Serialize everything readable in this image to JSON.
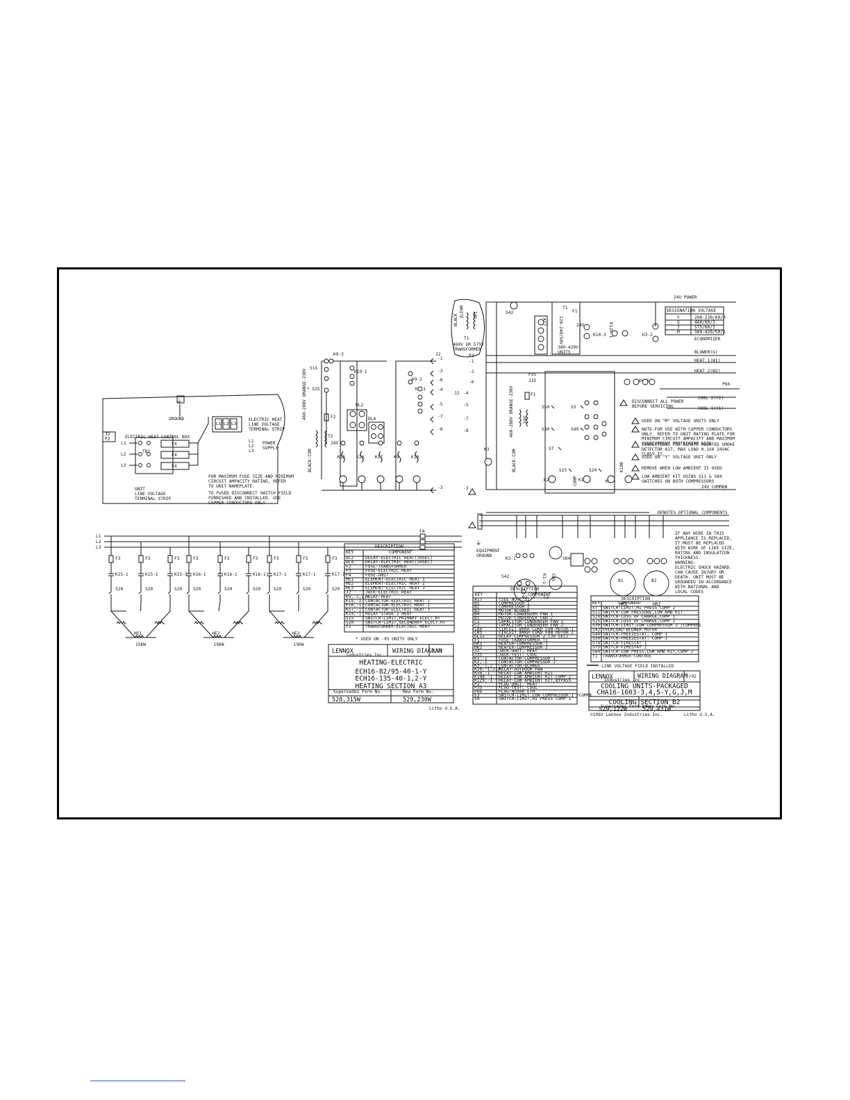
{
  "page": {
    "footer_link_color": "#3b55c7"
  },
  "heating": {
    "control_box": {
      "ground": "GROUND",
      "j2": "J2",
      "p2": "P2",
      "box_title": "ELECTRIC HEAT CONTROL BOX",
      "strip_label": [
        "ELECTRIC HEAT",
        "LINE VOLTAGE",
        "TERMINAL STRIP"
      ],
      "tb2": "TB2",
      "lines": [
        "L1",
        "L2",
        "L3"
      ],
      "fuse": "F4",
      "power_supply": [
        "POWER",
        "SUPPLY"
      ],
      "unit_strip": [
        "UNIT",
        "LINE VOLTAGE",
        "TERMINAL STRIP"
      ],
      "note": [
        "FOR MAXIMUM FUSE SIZE AND MINIMUM",
        "CIRCUIT AMPACITY RATING, REFER",
        "TO UNIT NAMEPLATE.",
        "TO FUSED DISCONNECT SWITCH FIELD",
        "FURNISHED AND INSTALLED. USE",
        "COPPER CONDUCTORS ONLY"
      ]
    },
    "main_lines": [
      "L1",
      "L2",
      "L3"
    ],
    "f4_label": "F4",
    "fuse_label": "F3",
    "contactors": [
      "K15-1",
      "K15-1",
      "K15-1",
      "K16-1",
      "K16-1",
      "K16-1",
      "K17-1",
      "K17-1",
      "K17-1"
    ],
    "limit_label": "S20",
    "elements": [
      {
        "name": "HE1",
        "kw": "15KW"
      },
      {
        "name": "HE2",
        "kw": "15KW"
      },
      {
        "name": "HE3",
        "kw": "15KW"
      }
    ],
    "control": {
      "k9_3": "K9-3",
      "s15": "S15",
      "s15_star": "* S15",
      "k19_1": "K19-1",
      "dl2": "DL2",
      "dl4": "DL4",
      "f2": "F2",
      "t2": "T2",
      "v24": "24V",
      "volts": "460-208V\nORANGE-230V",
      "black_com": "BLACK-COM",
      "relays": [
        "K15",
        "K16",
        "K17",
        "K9",
        "K19"
      ],
      "k9_2": "K9-2",
      "k9_1": "K9-1",
      "j2_pins": [
        "J2",
        "-1",
        "-2",
        "-6",
        "-4",
        "-5",
        "-7",
        "-8",
        "-3"
      ]
    },
    "legend": {
      "title": "DESCRIPTION",
      "key_header": "KEY",
      "comp_header": "COMPONENT",
      "rows": [
        [
          "DL2",
          "DELAY-ELECTRIC HEAT(30SEC)"
        ],
        [
          "DL4",
          "DELAY-ELECTRIC HEAT(20SEC)"
        ],
        [
          "F2",
          "FUSE-TRANSFORMER"
        ],
        [
          "F3",
          "FUSE-ELECTRIC HEAT"
        ],
        [
          "F4",
          "FUSE-UNIT"
        ],
        [
          "HE1",
          "ELEMENT-ELECTRIC HEAT 1"
        ],
        [
          "HE2",
          "ELEMENT-ELECTRIC HEAT 2"
        ],
        [
          "HE3",
          "ELEMENT-ELECTRIC HEAT 3"
        ],
        [
          "J2",
          "JACK-ELECTRIC HEAT"
        ],
        [
          "K9,-1,2,3",
          "RELAY-HEAT"
        ],
        [
          "K15,-1",
          "CONTACTOR-ELECTRIC HEAT 1"
        ],
        [
          "K16,-1",
          "CONTACTOR-ELECTRIC HEAT 2"
        ],
        [
          "K17,-1",
          "CONTACTOR-ELECTRIC HEAT 3"
        ],
        [
          "K19,-1",
          "RELAY-STAGE 2 HEAT"
        ],
        [
          "S15",
          "SWITCH-LIMIT,PRIMARY ELECT.HT"
        ],
        [
          "S20",
          "SWITCH-LIMIT,SECONDARY ELECT.HT"
        ],
        [
          "T2",
          "TRANSFORMER-ELECTRIC HEAT"
        ]
      ],
      "footnote": "* USED ON -95 UNITS ONLY"
    },
    "title_block": {
      "brand": "LENNOX",
      "industries": "Industries Inc.",
      "diagram": "WIRING DIAGRAM",
      "date": "3/91",
      "line1": "HEATING-ELECTRIC",
      "line2": "ECH16-82/95-40-1-Y",
      "line3": "ECH16-135-40-1,2-Y",
      "section": "HEATING SECTION A3",
      "supersedes_label": "Supersedes Form No.",
      "new_label": "New Form No.",
      "supersedes": "528,315W",
      "new": "529,230W",
      "litho": "Litho U.S.A."
    }
  },
  "cooling": {
    "transformer_box": [
      "BLACK",
      "WHITE",
      "T1",
      "24V",
      "460V OR 575V",
      "TRANSFORMER"
    ],
    "top_labels": {
      "s42": "S42",
      "a17": "A17",
      "t1": "T1",
      "f1": "F1",
      "volts_box": [
        "220-240/50V",
        "380-420V",
        "UNITS"
      ],
      "k10_3": "K10-3",
      "k129_1": "K129-1",
      "k3_2": "K3-2",
      "v24": "24V"
    },
    "right_wires": [
      {
        "label": "24V POWER"
      },
      {
        "label": "ECONOMIZER"
      },
      {
        "label": "BLOWER(G)"
      },
      {
        "label": "HEAT 1(W1)"
      },
      {
        "label": "HEAT 2(W2)"
      },
      {
        "label": "COOL 2(Y2)"
      },
      {
        "label": "COOL 1(Y1)"
      },
      {
        "label": "24V COMMON"
      }
    ],
    "voltage_table": {
      "h1": "DESIGNATION",
      "h2": "VOLTAGE",
      "rows": [
        [
          "Y",
          "208-230/60/3"
        ],
        [
          "G",
          "460/60/3"
        ],
        [
          "J",
          "575/60/3"
        ],
        [
          "M",
          "380-420/50/3"
        ]
      ]
    },
    "dl15": "DL15",
    "p66": "P66",
    "disconnect": [
      "DISCONNECT ALL POWER",
      "BEFORE SERVICING"
    ],
    "notes": [
      "USED ON \"M\" VOLTAGE UNITS ONLY",
      "NOTE-FOR USE WITH COPPER CONDUCTORS ONLY. REFER TO UNIT RATING PLATE FOR MINIMUM CIRCUIT AMPACITY AND MAXIMUM OVERCURRENT PROTECTION SIZE",
      "CONNECTIONS FOR REMOTE MOUNTED SMOKE DETECTOR A17, MAX LOAD 0.1VA 24VAC CLASS II",
      "USED ON \"Y\" VOLTAGE UNIT ONLY",
      "REMOVE WHEN LOW AMBIENT IS USED",
      "LOW AMBIENT KIT USING S11 & S84 SWITCHES ON BOTH COMPRESSORS"
    ],
    "optional": "DENOTES OPTIONAL COMPONENTS",
    "control_labels": [
      "P2",
      "J2",
      "P35",
      "J35",
      "F1",
      "S50",
      "S3",
      "S30",
      "S49",
      "S7",
      "S25",
      "S24",
      "K3",
      "K1",
      "K2",
      "K10",
      "K10B",
      "COMP",
      "24V",
      "BLACK-COM",
      "460-208V\nORANGE-230V"
    ],
    "warning": [
      "IF ANY WIRE IN THIS",
      "APPLIANCE IS REPLACED,",
      "IT MUST BE REPLACED",
      "WITH WIRE OF LIKE SIZE,",
      "RATING AND INSULATION",
      "THICKNESS.",
      "WARNING-",
      "ELECTRIC SHOCK HAZARD.",
      "CAN CAUSE INJURY OR",
      "DEATH. UNIT MUST BE",
      "GROUNDED IN ACCORDANCE",
      "WITH NATIONAL AND",
      "LOCAL CODES"
    ],
    "equipment_ground": [
      "EQUIPMENT",
      "GROUND"
    ],
    "motor_labels": [
      "K3-1",
      "S42",
      "B3",
      "S84",
      "C1",
      "K1-1",
      "C2",
      "K2-1",
      "CB5",
      "B1",
      "B2",
      "HR1",
      "HR2"
    ],
    "legend": {
      "title": "DESCRIPTION",
      "key_header": "KEY",
      "comp_header": "COMPONENT",
      "rows": [
        [
          "A17",
          "(SEE NOTE 3)"
        ],
        [
          "B1",
          "COMPRESSOR 1"
        ],
        [
          "B2",
          "COMPRESSOR 2"
        ],
        [
          "B3",
          "MOTOR-BLOWER"
        ],
        [
          "B4",
          "MOTOR-CONDENSER FAN 1"
        ],
        [
          "B5",
          "MOTOR-CONDENSER FAN 2"
        ],
        [
          "C1",
          "CAPACITOR-CONDENSER FAN 1"
        ],
        [
          "C2",
          "CAPACITOR-CONDENSER FAN 2"
        ],
        [
          "CB4",
          "CIRCUIT BRKR-COND FAN MOTOR 1"
        ],
        [
          "CB5",
          "CIRCUIT BRKR-COND FAN MOTOR 2"
        ],
        [
          "DL15",
          "DELAY-COMPRESSOR 2 (30 SEC)"
        ],
        [
          "F1",
          "FUSE-TRANSFORMER T1"
        ],
        [
          "HR1",
          "HEATER-COMPRESSOR 1"
        ],
        [
          "HR2",
          "HEATER-COMPRESSOR 2"
        ],
        [
          "J2",
          "JACK-UNIT, HEAT"
        ],
        [
          "J35",
          "JACK-TEST, COOL"
        ],
        [
          "K1,-1",
          "CONTACTOR-COMPRESSOR 1"
        ],
        [
          "K2,-1",
          "CONTACTOR-COMPRESSOR 2"
        ],
        [
          "K3,-1,2",
          "CONTACTOR-BLOWER"
        ],
        [
          "K10,-1,2,3",
          "RELAY-OUTDOOR FAN"
        ],
        [
          "K58,-1",
          "RELAY-LOW AMBIENT KIT"
        ],
        [
          "K10B,-1",
          "RELAY-LOW AMBIENT KIT,COMP 2"
        ],
        [
          "K129,-1",
          "RELAY-LOW AMBIENT KIT,BYPASS"
        ],
        [
          "P2",
          "PLUG-UNIT, HEAT"
        ],
        [
          "P35",
          "PLUG-TEST, COOL"
        ],
        [
          "P66",
          "PLUG-NOVAR ETM"
        ],
        [
          "S3",
          "SWITCH-LIMIT,LOW COMPRESSOR 1 /COMPRESSOR MONITOR"
        ],
        [
          "S4",
          "SWITCH-LIMIT,HI PRESS COMP 1"
        ]
      ]
    },
    "legend2": {
      "title": "DESCRIPTION",
      "key_header": "KEY",
      "comp_header": "COMPONENT",
      "rows": [
        [
          "S7",
          "SWITCH-LIMIT,HI PRESS COMP 2"
        ],
        [
          "S11",
          "SWITCH-LOW PRESSURE,LOW AMB KIT"
        ],
        [
          "S24",
          "SWITCH-LOSS OF CHARGE,COMP 1"
        ],
        [
          "S25",
          "SWITCH-LOSS OF CHARGE,COMP 2"
        ],
        [
          "S30",
          "SWITCH-LIMIT,LOW COMPRESSOR 2 /COMPRESSOR MONITOR"
        ],
        [
          "S42",
          "OVERLOAD-BLOWER MOTOR"
        ],
        [
          "S49",
          "SWITCH-FREEZESTAT, COMP 1"
        ],
        [
          "S50",
          "SWITCH-FREEZESTAT, COMP 2"
        ],
        [
          "S74",
          "SWITCH-FIRESTAT 1"
        ],
        [
          "S75",
          "SWITCH-FIRESTAT 2"
        ],
        [
          "S84",
          "SWITCH-LOW PRESS,LOW AMB KIT,COMP 2"
        ],
        [
          "T1",
          "TRANSFORMER-CONTROL"
        ]
      ],
      "line_voltage": "LINE VOLTAGE FIELD INSTALLED"
    },
    "title_block": {
      "brand": "LENNOX",
      "industries": "Industries Inc.",
      "diagram": "WIRING DIAGRAM",
      "date": "7/92",
      "line1": "COOLING UNITS-PACKAGED",
      "line2": "CHA16-1603-3,4,5-Y,G,J,M",
      "section": "COOLING SECTION B2",
      "supersedes_label": "Supersedes Form No.",
      "new_label": "New Form No.",
      "supersedes": "529,122W",
      "new": "529,431W",
      "copyright": "©1992 Lennox Industries Inc.",
      "litho": "Litho U.S.A."
    }
  }
}
